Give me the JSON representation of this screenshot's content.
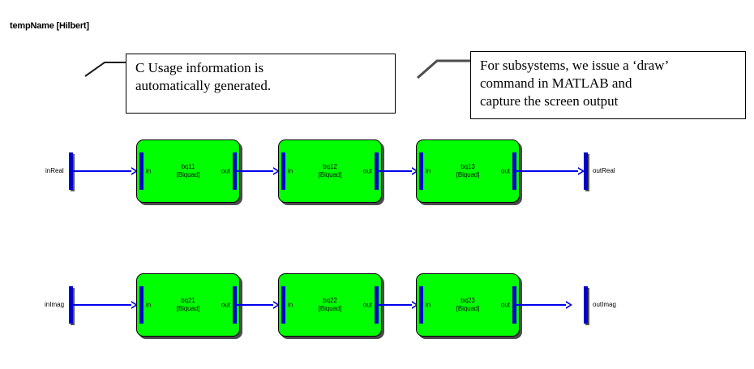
{
  "diagram": {
    "title": "tempName [Hilbert]",
    "background": "#ffffff",
    "block_fill": "#00ff00",
    "wire_color": "#0000ee",
    "port_color": "#0000cc"
  },
  "notes": [
    {
      "id": "note-c-usage",
      "lines": [
        "C Usage information is",
        "automatically generated."
      ]
    },
    {
      "id": "note-subsystems",
      "lines": [
        "For subsystems, we issue a ‘draw’",
        "command in MATLAB and",
        "capture the screen output"
      ]
    }
  ],
  "terminals": {
    "in_real": "inReal",
    "out_real": "outReal",
    "in_imag": "inImag",
    "out_imag": "outImag"
  },
  "port_labels": {
    "in": "in",
    "out": "out"
  },
  "rows": [
    {
      "id": "row-real",
      "input_terminal": "inReal",
      "output_terminal": "outReal",
      "blocks": [
        {
          "name": "bq11",
          "type": "[Biquad]"
        },
        {
          "name": "bq12",
          "type": "[Biquad]"
        },
        {
          "name": "bq13",
          "type": "[Biquad]"
        }
      ]
    },
    {
      "id": "row-imag",
      "input_terminal": "inImag",
      "output_terminal": "outImag",
      "blocks": [
        {
          "name": "bq21",
          "type": "[Biquad]"
        },
        {
          "name": "bq22",
          "type": "[Biquad]"
        },
        {
          "name": "bq23",
          "type": "[Biquad]"
        }
      ]
    }
  ]
}
